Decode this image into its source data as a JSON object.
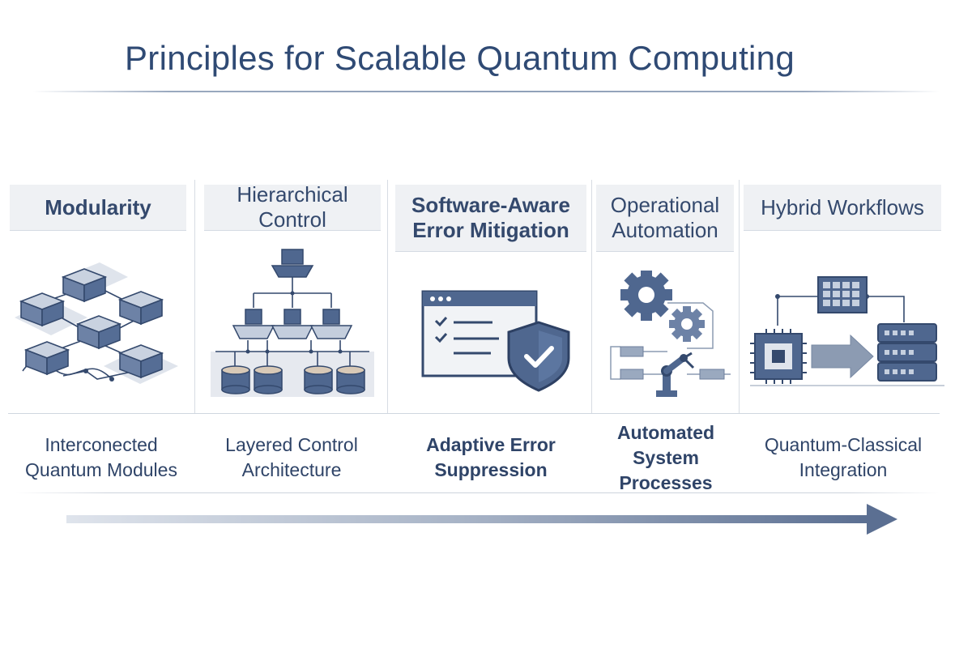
{
  "title": "Principles for Scalable Quantum Computing",
  "colors": {
    "primary": "#4f678f",
    "dark": "#34496d",
    "light": "#b9c4d6",
    "header_bg": "#eff1f4"
  },
  "columns": [
    {
      "heading": "Modularity",
      "caption": "Interconected\nQuantum Modules",
      "icon": "interconnected-modules-icon"
    },
    {
      "heading": "Hierarchical Control",
      "caption": "Layered Control\nArchitecture",
      "icon": "hierarchy-tree-icon"
    },
    {
      "heading": "Software-Aware Error Mitigation",
      "caption": "Adaptive Error\nSuppression",
      "icon": "software-shield-check-icon"
    },
    {
      "heading": "Operational Automation",
      "caption": "Automated\nSystem Processes",
      "icon": "gears-robot-arm-icon"
    },
    {
      "heading": "Hybrid Workflows",
      "caption": "Quantum-Classical\nIntegration",
      "icon": "chip-to-server-icon"
    }
  ]
}
